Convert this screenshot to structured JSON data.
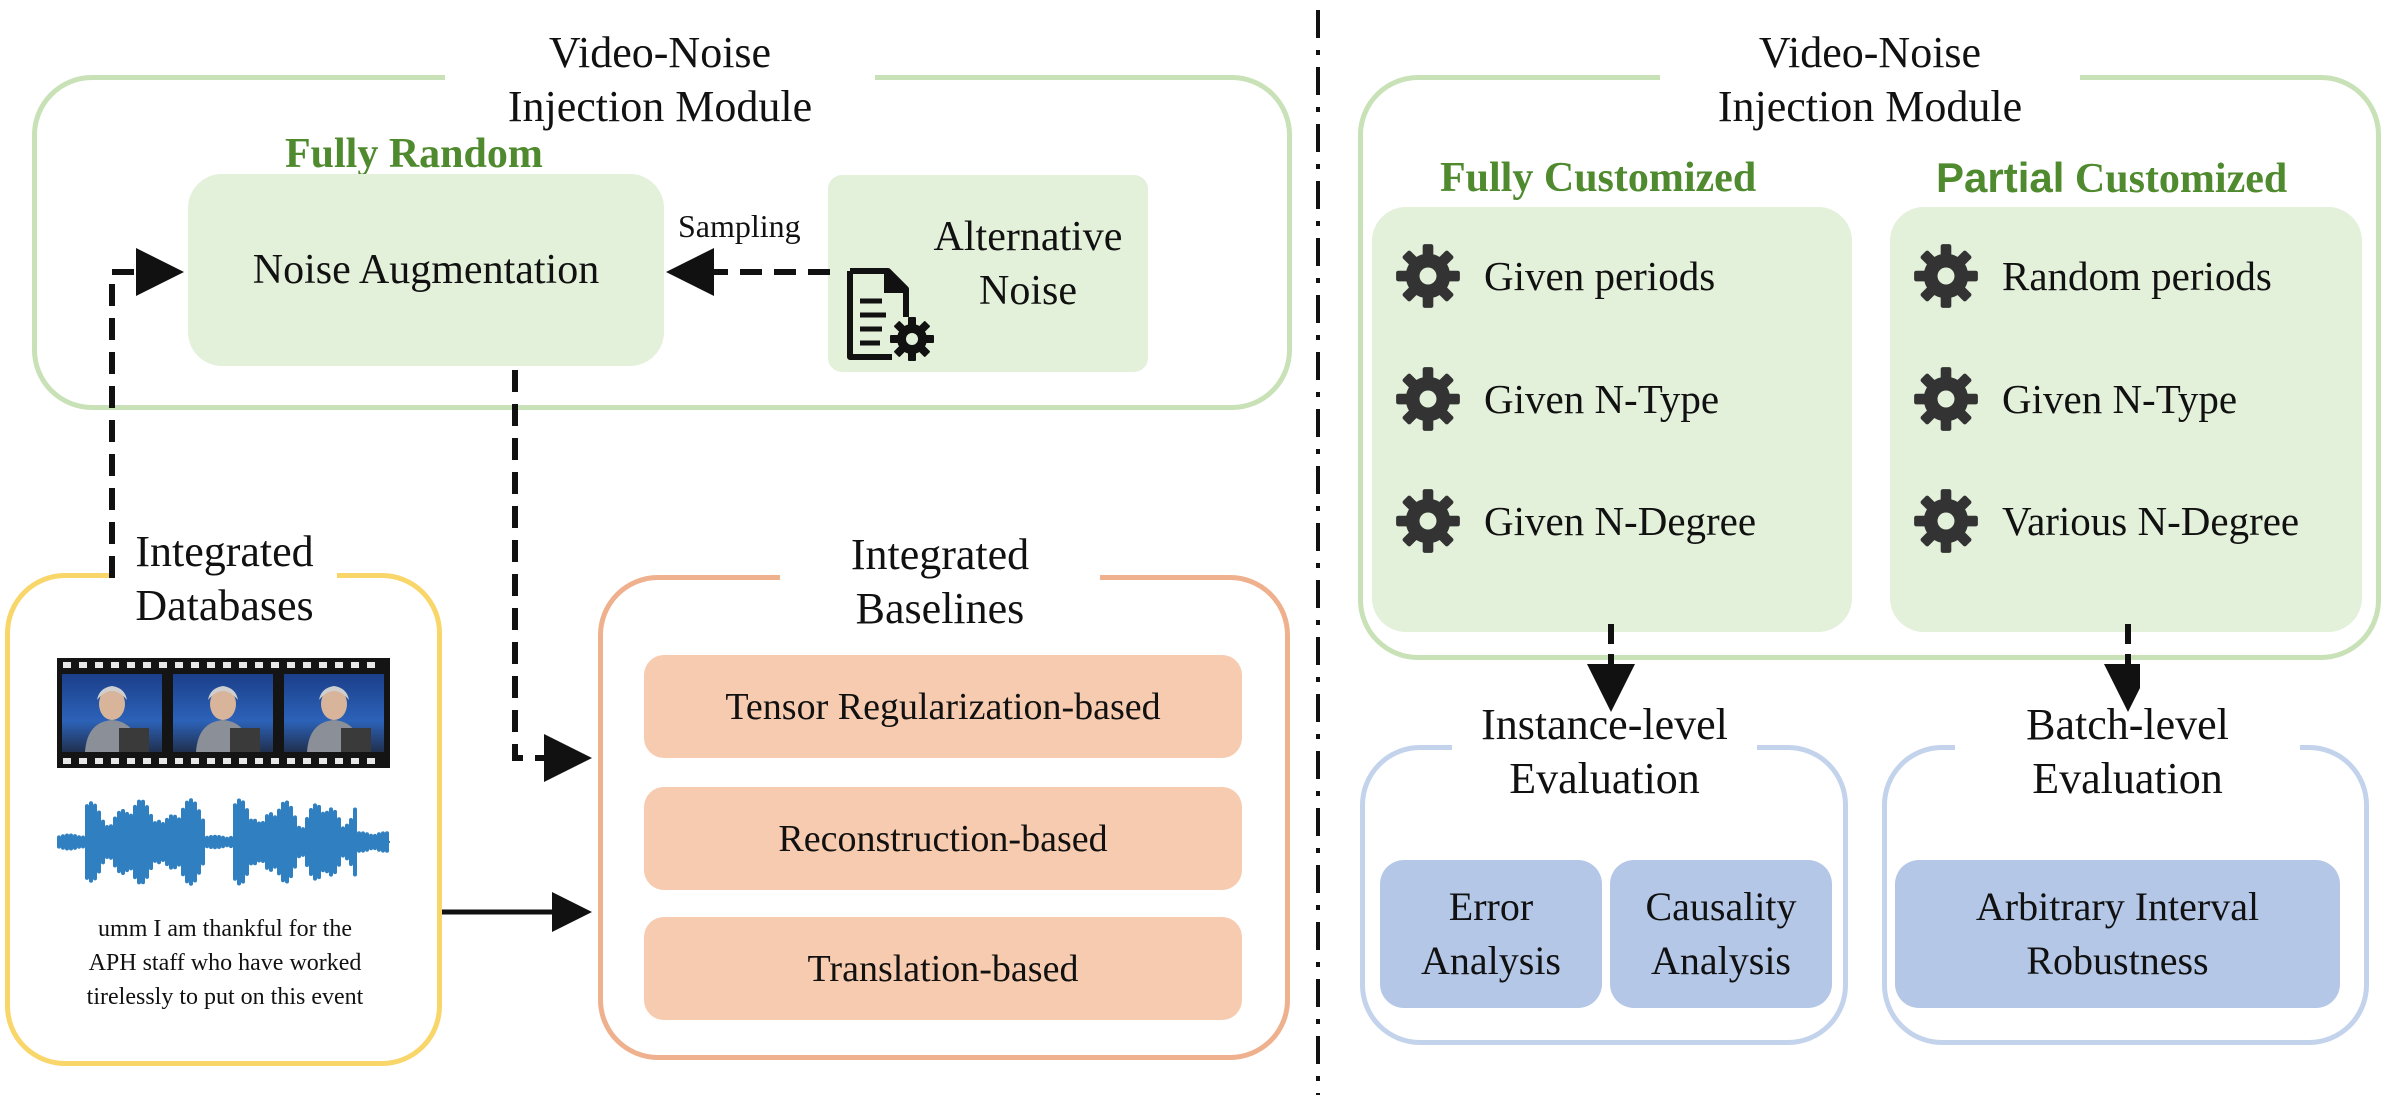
{
  "left": {
    "module": {
      "title_line1": "Video-Noise",
      "title_line2": "Injection Module",
      "subtitle": "Fully Random",
      "noise_augmentation": "Noise Augmentation",
      "sampling_label": "Sampling",
      "alternative_noise_line1": "Alternative",
      "alternative_noise_line2": "Noise"
    },
    "databases": {
      "title_line1": "Integrated",
      "title_line2": "Databases",
      "transcript_line1": "umm I am thankful for the",
      "transcript_line2": "APH staff who have worked",
      "transcript_line3": "tirelessly to put on this event"
    },
    "baselines": {
      "title_line1": "Integrated",
      "title_line2": "Baselines",
      "items": [
        "Tensor Regularization-based",
        "Reconstruction-based",
        "Translation-based"
      ]
    }
  },
  "right": {
    "module": {
      "title_line1": "Video-Noise",
      "title_line2": "Injection Module",
      "fully_customized": {
        "title_part1": "Fully",
        "title_part2": "Customized",
        "items": [
          "Given periods",
          "Given N-Type",
          "Given N-Degree"
        ]
      },
      "partial_customized": {
        "title_part1": "Partial",
        "title_part2": "Customized",
        "items": [
          "Random periods",
          "Given N-Type",
          "Various N-Degree"
        ]
      }
    },
    "instance_eval": {
      "title_line1": "Instance-level",
      "title_line2": "Evaluation",
      "boxes": [
        {
          "line1": "Error",
          "line2": "Analysis"
        },
        {
          "line1": "Causality",
          "line2": "Analysis"
        }
      ]
    },
    "batch_eval": {
      "title_line1": "Batch-level",
      "title_line2": "Evaluation",
      "box_line1": "Arbitrary Interval",
      "box_line2": "Robustness"
    }
  },
  "icons": [
    "gear-icon",
    "document-gear-icon",
    "video-filmstrip-icon",
    "audio-waveform-icon"
  ],
  "colors": {
    "green_frame": "#c8e1b6",
    "green_fill": "#e3f0da",
    "green_text": "#4f8a2e",
    "yellow_frame": "#f9d66a",
    "orange_frame": "#efb18d",
    "orange_fill": "#f7cbaf",
    "blue_frame": "#c3d3ec",
    "blue_fill": "#b4c7e7",
    "waveform": "#2f7fc1"
  }
}
